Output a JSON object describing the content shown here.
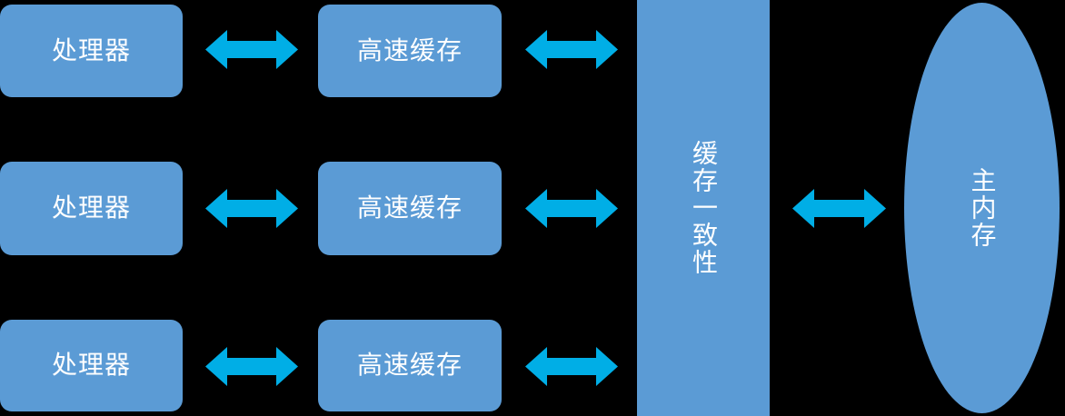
{
  "diagram": {
    "title": "Cache coherence architecture diagram",
    "background_color": "#000000",
    "node_color": "#5B9BD5",
    "arrow_color": "#00AEE6",
    "text_color": "#FFFFFF",
    "rows": [
      {
        "processor_label": "处理器",
        "cache_label": "高速缓存"
      },
      {
        "processor_label": "处理器",
        "cache_label": "高速缓存"
      },
      {
        "processor_label": "处理器",
        "cache_label": "高速缓存"
      }
    ],
    "coherence": {
      "label": "缓存一致性"
    },
    "memory": {
      "label": "主内存"
    }
  }
}
